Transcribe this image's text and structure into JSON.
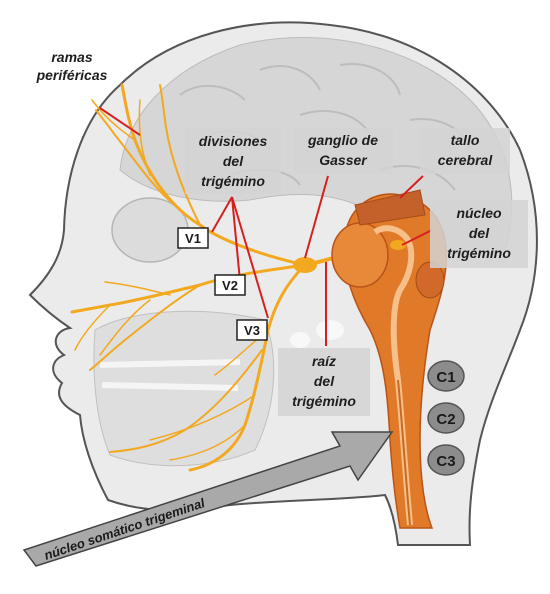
{
  "labels": {
    "ramas_perifericas": [
      "ramas",
      "periféricas"
    ],
    "divisiones": [
      "divisiones",
      "del",
      "trigémino"
    ],
    "ganglio": [
      "ganglio de",
      "Gasser"
    ],
    "tallo": [
      "tallo",
      "cerebral"
    ],
    "nucleo": [
      "núcleo",
      "del",
      "trigémino"
    ],
    "raiz": [
      "raíz",
      "del",
      "trigémino"
    ],
    "arrow": "núcleo somático trigeminal"
  },
  "divisions": [
    "V1",
    "V2",
    "V3"
  ],
  "cervical": [
    "C1",
    "C2",
    "C3"
  ],
  "colors": {
    "nerve": "#f2a81f",
    "pointer": "#d62020",
    "brainstem": "#e07a28",
    "brainstem_dark": "#b8541a",
    "label_panel": "#d4d4d4",
    "badge": "#8c8c8c",
    "arrow_fill": "#a9a9a9"
  }
}
